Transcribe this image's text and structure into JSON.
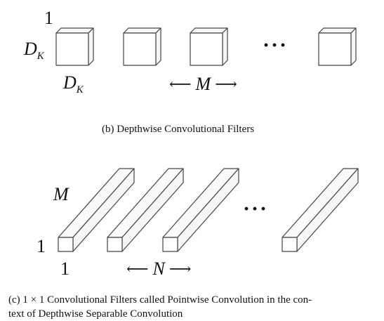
{
  "panel_b": {
    "one_label": "1",
    "height_label": {
      "base": "D",
      "sub": "K"
    },
    "width_label": {
      "base": "D",
      "sub": "K"
    },
    "count_label": "M",
    "ellipsis": "···",
    "caption": "(b)  Depthwise Convolutional Filters"
  },
  "panel_c": {
    "depth_label": "M",
    "height_label": "1",
    "width_label": "1",
    "count_label": "N",
    "ellipsis": "···",
    "caption_line1": "(c)  1 × 1 Convolutional Filters called Pointwise Convolution in the con-",
    "caption_line2": "text of Depthwise Separable Convolution"
  },
  "arrows": {
    "left": "⟵",
    "right": "⟶"
  }
}
